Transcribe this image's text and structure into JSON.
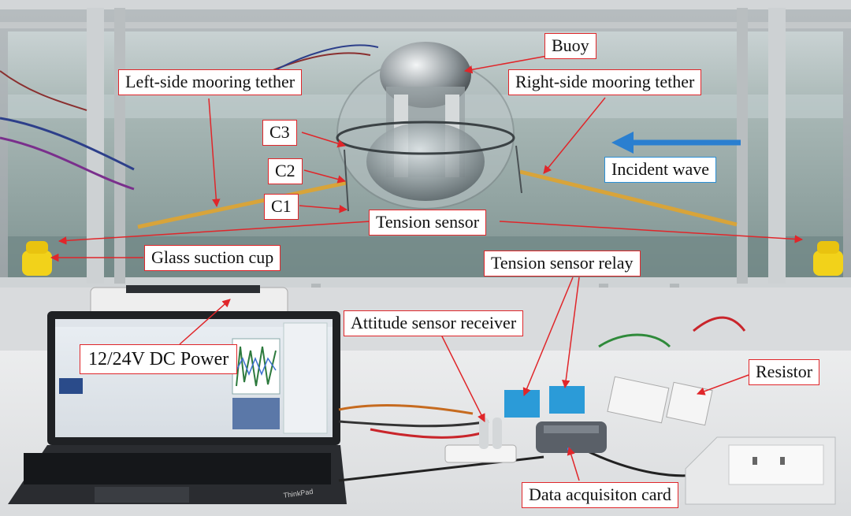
{
  "labels": {
    "buoy": "Buoy",
    "left_tether": "Left-side mooring tether",
    "right_tether": "Right-side mooring tether",
    "c3": "C3",
    "c2": "C2",
    "c1": "C1",
    "incident_wave": "Incident wave",
    "tension_sensor": "Tension sensor",
    "suction_cup": "Glass suction cup",
    "tension_relay": "Tension sensor relay",
    "attitude_receiver": "Attitude sensor receiver",
    "dc_power": "12/24V DC Power",
    "resistor": "Resistor",
    "daq_card": "Data acquisiton card"
  },
  "laptop_brand": "ThinkPad",
  "colors": {
    "label_border": "#e0262a",
    "arrow": "#e0262a",
    "wave_arrow": "#2a7fd0",
    "tether": "#d8a43a",
    "sensor_relay": "#2b9bd8"
  }
}
